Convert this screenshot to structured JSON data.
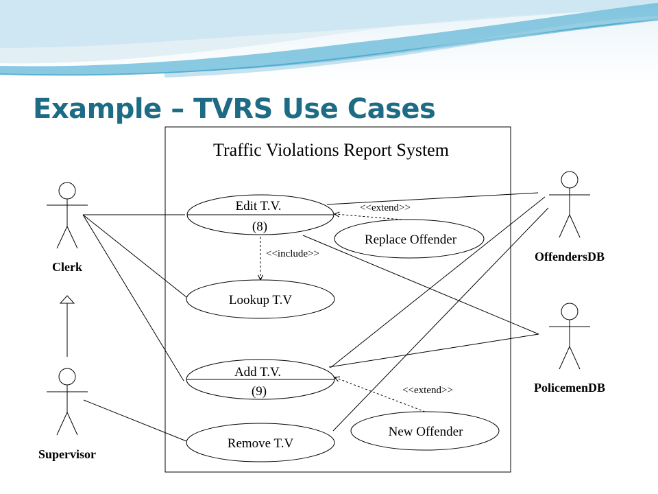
{
  "slide": {
    "title": "Example – TVRS Use Cases"
  },
  "system": {
    "name": "Traffic Violations Report System"
  },
  "actors": {
    "clerk": "Clerk",
    "supervisor": "Supervisor",
    "offenders_db": "OffendersDB",
    "policemen_db": "PolicemenDB"
  },
  "use_cases": {
    "edit_tv": {
      "line1": "Edit T.V.",
      "line2": "(8)"
    },
    "lookup_tv": {
      "line1": "Lookup T.V"
    },
    "add_tv": {
      "line1": "Add T.V.",
      "line2": "(9)"
    },
    "remove_tv": {
      "line1": "Remove T.V"
    },
    "replace_offender": {
      "line1": "Replace Offender"
    },
    "new_offender": {
      "line1": "New Offender"
    }
  },
  "stereotypes": {
    "extend_top": "<<extend>>",
    "include": "<<include>>",
    "extend_bottom": "<<extend>>"
  },
  "colors": {
    "title": "#1d6b84",
    "wave_light": "#cfe8f2",
    "wave_mid": "#a9d6e8",
    "wave_dark": "#5fb4d3"
  }
}
